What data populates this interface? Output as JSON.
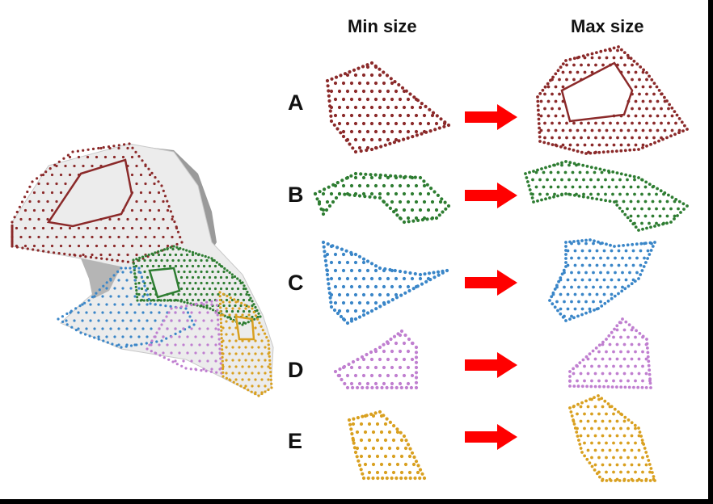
{
  "headers": {
    "min": "Min size",
    "max": "Max size"
  },
  "rows": [
    {
      "label": "A",
      "color": "#8B2A2A"
    },
    {
      "label": "B",
      "color": "#2E7D32"
    },
    {
      "label": "C",
      "color": "#3A86C8"
    },
    {
      "label": "D",
      "color": "#C07FD0"
    },
    {
      "label": "E",
      "color": "#D9A020"
    }
  ],
  "arrow_color": "#FF0000"
}
